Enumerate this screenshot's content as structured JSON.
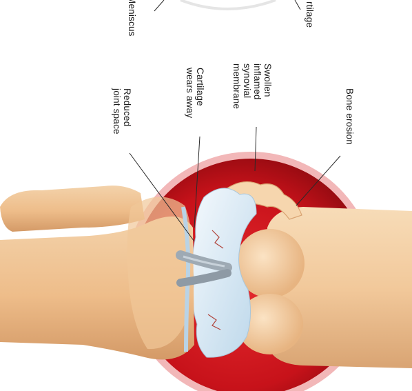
{
  "labels": {
    "meniscus": "Meniscus",
    "cartilage": "rtilage",
    "swollen_membrane": "Swollen\ninflamed\nsynovial\nmembrane",
    "cartilage_wears": "Cartilage\nwears away",
    "reduced_space": "Reduced\njoint space",
    "bone_erosion": "Bone erosion"
  },
  "colors": {
    "synovium_red": "#c7121a",
    "synovium_dark": "#8f0a10",
    "bone": "#f2c99b",
    "bone_shadow": "#d9a473",
    "cartilage_blue": "#dcecf6",
    "ligament_gray": "#9eaab4",
    "leader_line": "#2a2a2a"
  }
}
